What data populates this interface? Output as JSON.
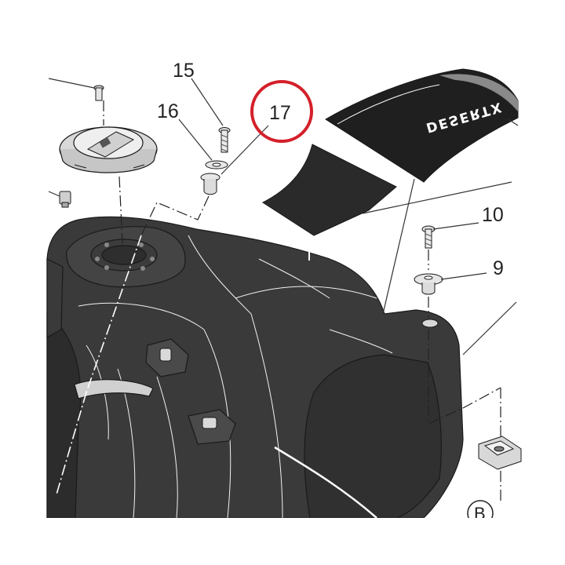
{
  "callouts": {
    "c15": "15",
    "c16": "16",
    "c17": "17",
    "c10": "10",
    "c9": "9",
    "cB": "B"
  },
  "decal": {
    "text": "DESERTX"
  },
  "colors": {
    "tank": "#3b3b3b",
    "tank_dark": "#2a2a2a",
    "decal": "#1f1f1f",
    "highlight_ring": "#d4202a",
    "line": "#333333"
  }
}
